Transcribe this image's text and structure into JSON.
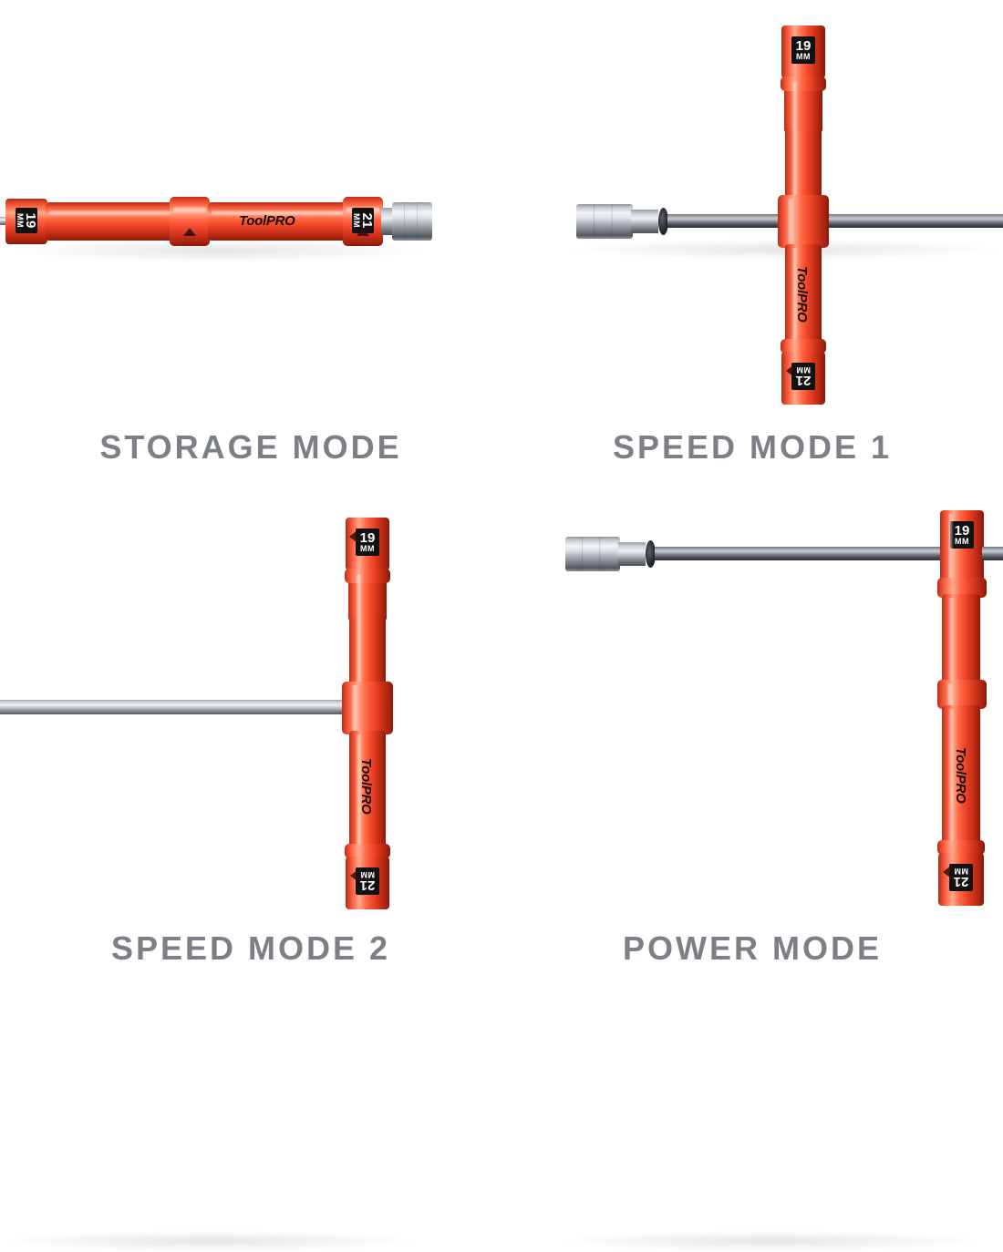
{
  "product": {
    "brand": "ToolPRO",
    "socket_top": "19",
    "socket_bottom": "21",
    "unit": "MM",
    "colors": {
      "red": "#f2472a",
      "red_dark": "#8b190a",
      "red_light": "#ff9c80",
      "chrome": "#dfe3e7",
      "steel": "#6e7277",
      "caption": "#7c7f86",
      "background": "#ffffff",
      "badge": "#121212"
    }
  },
  "panels": [
    {
      "id": "storage-mode",
      "caption": "STORAGE MODE",
      "brand": "ToolPRO",
      "sockets": [
        "19",
        "21"
      ],
      "unit": "MM"
    },
    {
      "id": "speed-mode-1",
      "caption": "SPEED MODE 1",
      "brand": "ToolPRO",
      "sockets": [
        "19",
        "21"
      ],
      "unit": "MM"
    },
    {
      "id": "speed-mode-2",
      "caption": "SPEED MODE 2",
      "brand": "ToolPRO",
      "sockets": [
        "19",
        "21"
      ],
      "unit": "MM"
    },
    {
      "id": "power-mode",
      "caption": "POWER MODE",
      "brand": "ToolPRO",
      "sockets": [
        "19",
        "21"
      ],
      "unit": "MM"
    }
  ]
}
